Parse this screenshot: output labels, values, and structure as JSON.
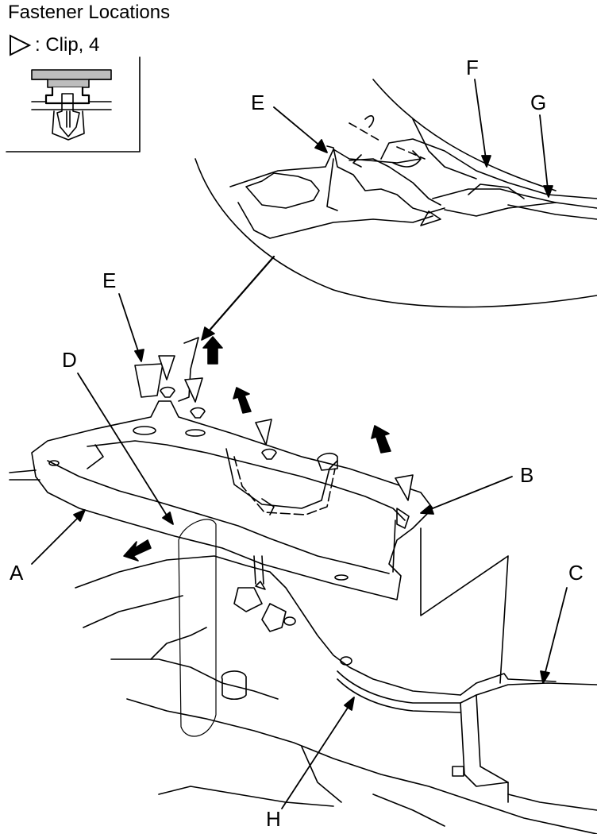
{
  "title": "Fastener Locations",
  "legend": {
    "symbol": "triangle-outline-icon",
    "text": ": Clip, 4"
  },
  "callouts": {
    "A": "A",
    "B": "B",
    "C": "C",
    "D": "D",
    "E_detail": "E",
    "E_main": "E",
    "F": "F",
    "G": "G",
    "H": "H"
  },
  "colors": {
    "line": "#000000",
    "background": "#ffffff"
  }
}
